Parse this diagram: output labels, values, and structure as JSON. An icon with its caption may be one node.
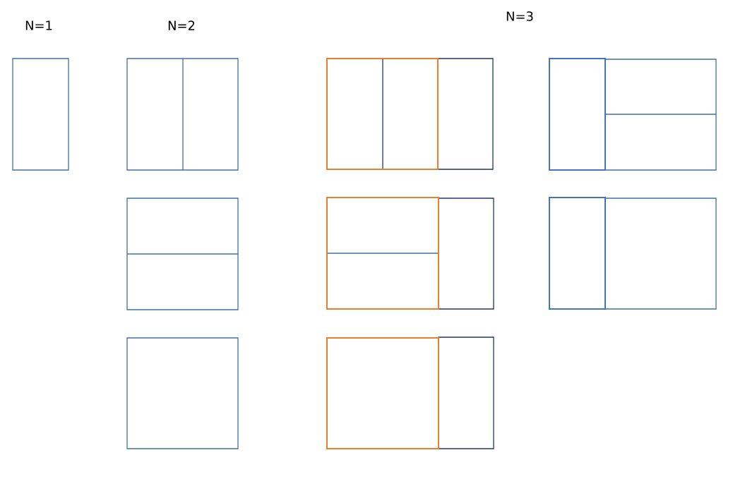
{
  "diagram": {
    "labels": [
      "N=1",
      "N=2",
      "N=3"
    ]
  }
}
